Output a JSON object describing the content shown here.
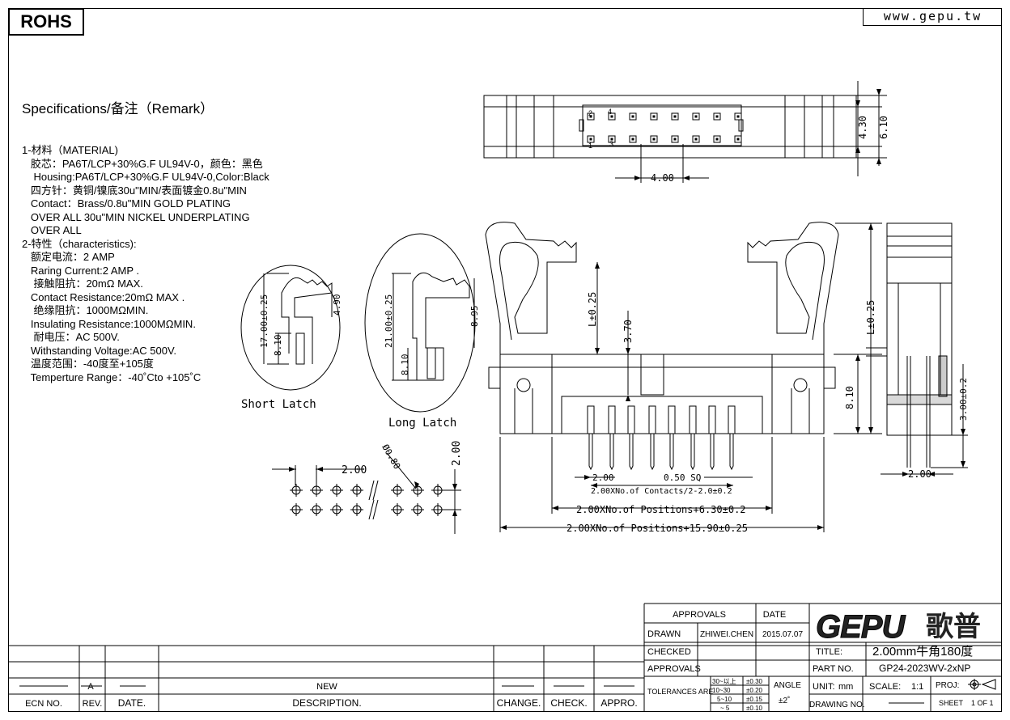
{
  "header": {
    "rohs": "ROHS",
    "website": "www.gepu.tw"
  },
  "spec": {
    "title": "Specifications/备注（Remark）",
    "lines": [
      "1-材料（MATERIAL)",
      "   胶芯：PA6T/LCP+30%G.F UL94V-0，颜色：黑色",
      "    Housing:PA6T/LCP+30%G.F UL94V-0,Color:Black",
      "   四方针：黄铜/镍底30u\"MIN/表面镀金0.8u\"MIN",
      "   Contact：Brass/0.8u\"MIN GOLD PLATING",
      "   OVER ALL 30u\"MIN NICKEL UNDERPLATING",
      "   OVER ALL",
      "2-特性（characteristics):",
      "   额定电流：2 AMP",
      "   Raring Current:2 AMP .",
      "    接触阻抗：20mΩ MAX.",
      "   Contact Resistance:20mΩ MAX .",
      "    绝缘阻抗：1000MΩMIN.",
      "   Insulating Resistance:1000MΩMIN.",
      "    耐电压：AC 500V.",
      "   Withstanding Voltage:AC 500V.",
      "   温度范围：-40度至+105度",
      "   Temperture Range：-40˚Cto +105˚C"
    ]
  },
  "top_view": {
    "dim_height_inner": "4.30",
    "dim_height_outer": "6.10",
    "dim_pitch": "4.00",
    "pin_labels": [
      "2",
      "4",
      "1",
      "3"
    ]
  },
  "short_latch": {
    "label": "Short  Latch",
    "dim_a": "17.00±0.25",
    "dim_b": "8.10",
    "dim_c": "4.90"
  },
  "long_latch": {
    "label": "Long Latch",
    "dim_a": "21.00±0.25",
    "dim_b": "8.10",
    "dim_c": "8.95"
  },
  "front_view": {
    "dim_latch": "L±0.25",
    "dim_3_70": "3.70",
    "dim_8_10": "8.10",
    "dim_pitch": "2.00",
    "dim_sq": "0.50  SQ",
    "dim_contacts": "2.00XNo.of Contacts/2-2.0±0.2",
    "dim_positions_a": "2.00XNo.of  Positions+6.30±0.2",
    "dim_positions_b": "2.00XNo.of  Positions+15.90±0.25"
  },
  "side_view": {
    "dim_l": "L±0.25",
    "dim_tail": "3.00±0.2",
    "dim_pitch": "2.00"
  },
  "pcb_layout": {
    "dim_pitch_x": "2.00",
    "dim_pitch_y": "2.00",
    "dim_hole": "Ø0.80"
  },
  "title_block": {
    "approvals_header": "APPROVALS",
    "date_header": "DATE",
    "drawn_label": "DRAWN",
    "drawn_by": "ZHIWEI.CHEN",
    "drawn_date": "2015.07.07",
    "checked_label": "CHECKED",
    "approvals_label": "APPROVALS",
    "tolerances_label": "TOLERANCES ARE",
    "tol_ranges": [
      "30~以上",
      "10~30",
      "5~10",
      "~ 5"
    ],
    "tol_values": [
      "±0.30",
      "±0.20",
      "±0.15",
      "±0.10"
    ],
    "angle_label": "ANGLE",
    "angle_value": "±2˚",
    "logo": "GEPU",
    "logo_cn": "歌普",
    "title_label": "TITLE:",
    "title_value": "2.00mm牛角180度",
    "part_label": "PART  NO.",
    "part_value": "GP24-2023WV-2xNP",
    "unit_label": "UNIT:",
    "unit_value": "mm",
    "scale_label": "SCALE:",
    "scale_value": "1:1",
    "proj_label": "PROJ:",
    "drawing_label": "DRAWING  NO.",
    "sheet_label": "SHEET",
    "sheet_value": "1  OF  1"
  },
  "revision_block": {
    "rev_value": "A",
    "description_value": "NEW",
    "headers": [
      "ECN  NO.",
      "REV.",
      "DATE.",
      "DESCRIPTION.",
      "CHANGE.",
      "CHECK.",
      "APPRO."
    ]
  }
}
